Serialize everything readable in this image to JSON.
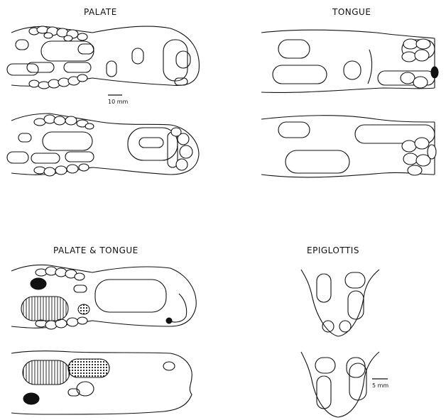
{
  "panels": {
    "palate": {
      "title": "PALATE",
      "scale": "10 mm"
    },
    "tongue": {
      "title": "TONGUE"
    },
    "palate_tongue": {
      "title": "PALATE & TONGUE"
    },
    "epiglottis": {
      "title": "EPIGLOTTIS",
      "scale": "5 mm"
    }
  },
  "colors": {
    "ink": "#111111",
    "paper": "#ffffff"
  }
}
